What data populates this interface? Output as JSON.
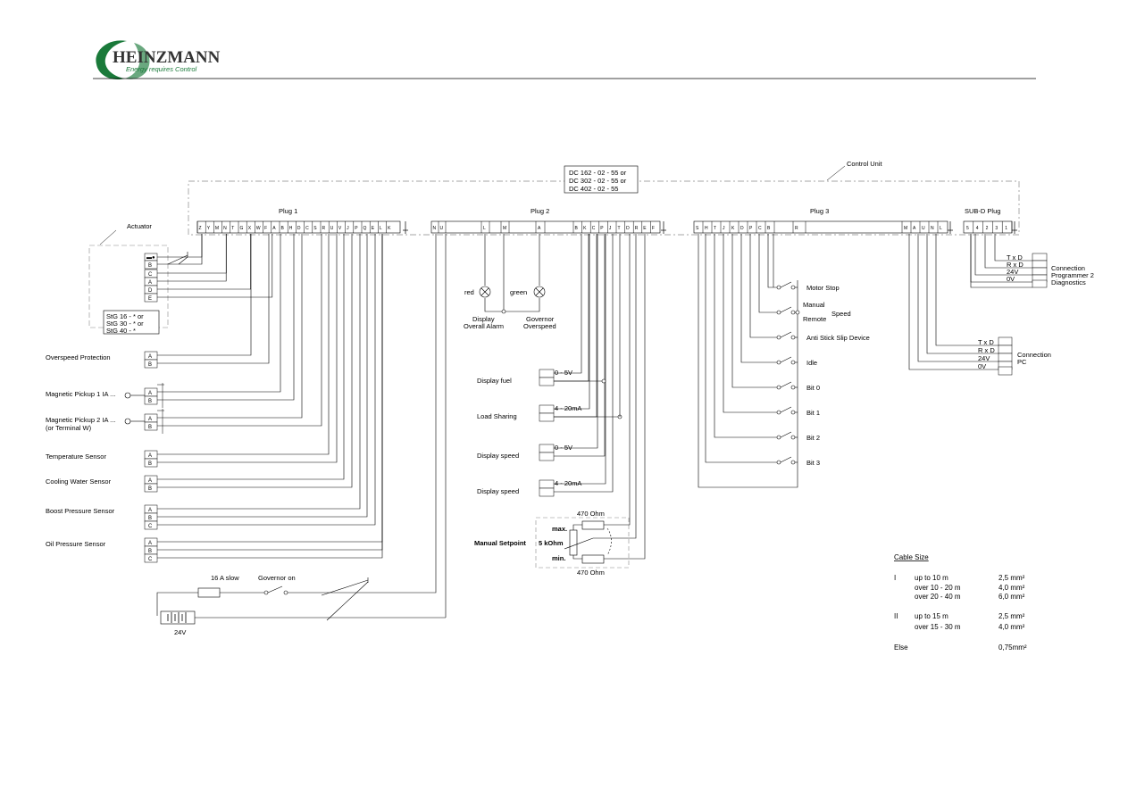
{
  "header": {
    "brand": "HEINZMANN",
    "tagline": "Energy requires Control",
    "accent_color": "#1a7a3a"
  },
  "control_unit": {
    "label": "Control Unit",
    "model_lines": [
      "DC 162 - 02 - 55 or",
      "DC 302 - 02 - 55 or",
      "DC 402 - 02 - 55"
    ]
  },
  "plug1": {
    "title": "Plug 1",
    "pins": [
      "Z",
      "Y",
      "M",
      "N",
      "T",
      "G",
      "X",
      "W",
      "F",
      "A",
      "B",
      "H",
      "D",
      "C",
      "S",
      "R",
      "U",
      "V",
      "J",
      "P",
      "Q",
      "E",
      "L",
      "K"
    ]
  },
  "plug2": {
    "title": "Plug 2",
    "pins_left": [
      "N",
      "U"
    ],
    "pins_mid": [
      "L",
      "M"
    ],
    "pin_a": "A",
    "pins_right": [
      "B",
      "K",
      "C",
      "P",
      "J",
      "T",
      "D",
      "R",
      "E",
      "F"
    ]
  },
  "plug3": {
    "title": "Plug 3",
    "pins_left": [
      "S",
      "H",
      "T",
      "J",
      "K",
      "D",
      "P",
      "C",
      "B"
    ],
    "pin_r": "R",
    "pins_right": [
      "M",
      "A",
      "U",
      "N",
      "L"
    ]
  },
  "subd": {
    "title": "SUB-D Plug",
    "pins": [
      "5",
      "4",
      "2",
      "3",
      "1"
    ]
  },
  "actuator": {
    "label": "Actuator",
    "terminals": [
      "B",
      "C",
      "A",
      "D",
      "E"
    ],
    "models": [
      "StG 16 - * or",
      "StG 30 - * or",
      "StG 40 - *"
    ]
  },
  "sensors": [
    {
      "label": "Overspeed Protection",
      "terminals": [
        "A",
        "B"
      ]
    },
    {
      "label": "Magnetic Pickup 1 IA ...",
      "terminals": [
        "A",
        "B"
      ]
    },
    {
      "label": "Magnetic Pickup 2 IA ...",
      "sublabel": "(or Terminal W)",
      "terminals": [
        "A",
        "B"
      ]
    },
    {
      "label": "Temperature Sensor",
      "terminals": [
        "A",
        "B"
      ]
    },
    {
      "label": "Cooling Water Sensor",
      "terminals": [
        "A",
        "B"
      ]
    },
    {
      "label": "Boost Pressure Sensor",
      "terminals": [
        "A",
        "B",
        "C"
      ]
    },
    {
      "label": "Oil Pressure Sensor",
      "terminals": [
        "A",
        "B",
        "C"
      ]
    }
  ],
  "power": {
    "fuse": "16 A slow",
    "switch": "Governor on",
    "battery": "24V",
    "cable_mark": "I"
  },
  "lamps": {
    "red": "red",
    "green": "green",
    "red_caption": [
      "Display",
      "Overall Alarm"
    ],
    "green_caption": [
      "Governor",
      "Overspeed"
    ]
  },
  "outputs": [
    {
      "label": "Display fuel",
      "range": "0 - 5V"
    },
    {
      "label": "Load Sharing",
      "range": "4 - 20mA"
    },
    {
      "label": "Display speed",
      "range": "0 - 5V"
    },
    {
      "label": "Display speed",
      "range": "4 - 20mA"
    }
  ],
  "setpoint": {
    "label": "Manual Setpoint",
    "pot": "5 kOhm",
    "res_top": "470 Ohm",
    "res_bottom": "470 Ohm",
    "max": "max.",
    "min": "min."
  },
  "switches": [
    {
      "label": "Motor Stop"
    },
    {
      "label": "Manual",
      "extra": "Speed",
      "extra2": "Remote"
    },
    {
      "label": "Anti Stick Slip Device"
    },
    {
      "label": "Idle"
    },
    {
      "label": "Bit 0"
    },
    {
      "label": "Bit 1"
    },
    {
      "label": "Bit 2"
    },
    {
      "label": "Bit 3"
    }
  ],
  "connection_programmer": {
    "signals": [
      "T x D",
      "R x D",
      "24V",
      "0V"
    ],
    "label_lines": [
      "Connection",
      "Programmer 2",
      "Diagnostics"
    ]
  },
  "connection_pc": {
    "signals": [
      "T x D",
      "R x D",
      "24V",
      "0V"
    ],
    "label_lines": [
      "Connection",
      "PC"
    ]
  },
  "cable_size": {
    "title": "Cable Size",
    "rows": [
      {
        "group": "I",
        "range": "up to 10 m",
        "size": "2,5 mm²"
      },
      {
        "group": "",
        "range": "over 10 - 20 m",
        "size": "4,0 mm²"
      },
      {
        "group": "",
        "range": "over 20 - 40 m",
        "size": "6,0 mm²"
      },
      {
        "group": "II",
        "range": "up to 15 m",
        "size": "2,5 mm²"
      },
      {
        "group": "",
        "range": "over 15 - 30 m",
        "size": "4,0 mm²"
      },
      {
        "group": "Else",
        "range": "",
        "size": "0,75mm²"
      }
    ]
  }
}
